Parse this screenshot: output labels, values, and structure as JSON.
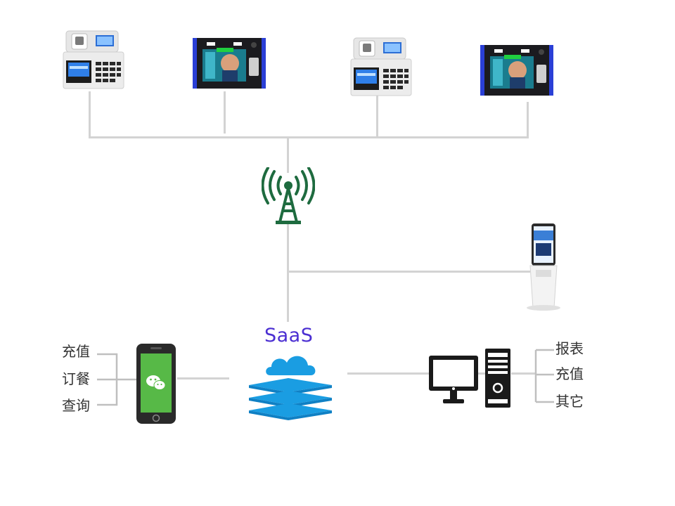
{
  "diagram": {
    "saas_label": "SaaS",
    "left_functions": [
      "充值",
      "订餐",
      "查询"
    ],
    "right_functions": [
      "报表",
      "充值",
      "其它"
    ]
  },
  "nodes": {
    "devices_top": [
      {
        "type": "card-terminal-icon"
      },
      {
        "type": "face-terminal-icon"
      },
      {
        "type": "card-terminal-icon"
      },
      {
        "type": "face-terminal-icon"
      }
    ],
    "antenna": {
      "icon": "antenna-tower-icon",
      "color": "#1e6b3f"
    },
    "kiosk": {
      "icon": "kiosk-icon"
    },
    "phone": {
      "icon": "wechat-phone-icon",
      "screen_color": "#57b947"
    },
    "cloud": {
      "icon": "cloud-stack-icon",
      "color": "#1a9de2"
    },
    "computer": {
      "icon": "desktop-computer-icon"
    }
  },
  "colors": {
    "connector": "#d3d3d3",
    "saas_text": "#4b2fd2"
  }
}
